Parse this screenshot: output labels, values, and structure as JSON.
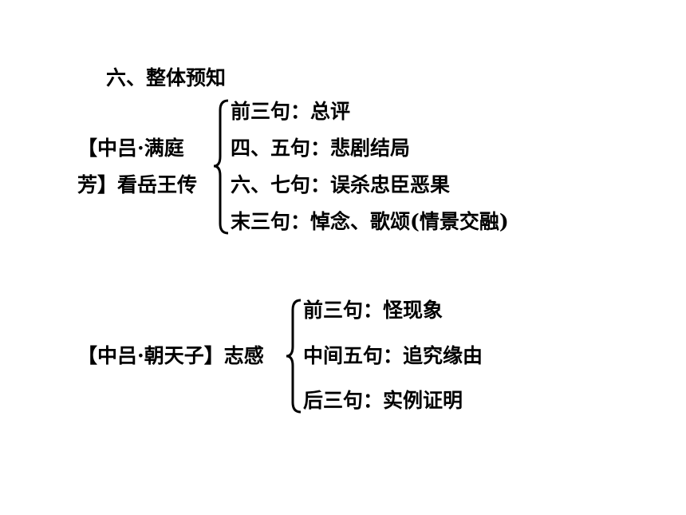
{
  "heading": "六、整体预知",
  "section1": {
    "title_line1": "【中吕·满庭",
    "title_line2": "芳】看岳王传",
    "items": [
      "前三句：总评",
      "四、五句：悲剧结局",
      "六、七句：误杀忠臣恶果",
      "末三句：悼念、歌颂(情景交融)"
    ]
  },
  "section2": {
    "title": "【中吕·朝天子】志感",
    "items": [
      "前三句：怪现象",
      "中间五句：追究缘由",
      "后三句：实例证明"
    ]
  }
}
